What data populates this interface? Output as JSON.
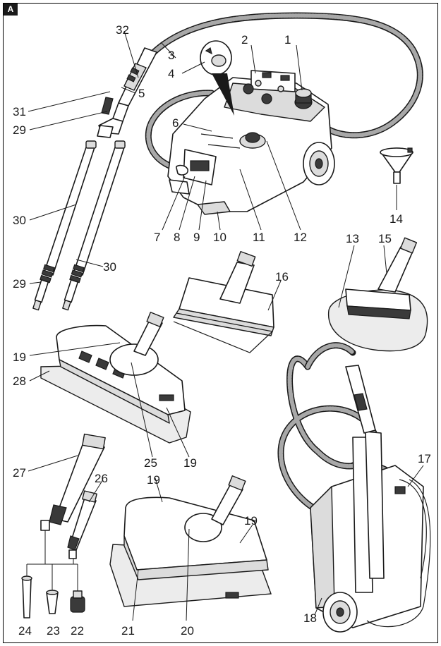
{
  "figure": {
    "panel_tag": "A",
    "labels": [
      "1",
      "2",
      "3",
      "4",
      "5",
      "6",
      "7",
      "8",
      "9",
      "10",
      "11",
      "12",
      "13",
      "14",
      "15",
      "16",
      "17",
      "18",
      "19",
      "19",
      "19",
      "19",
      "20",
      "21",
      "22",
      "23",
      "24",
      "25",
      "26",
      "27",
      "28",
      "29",
      "29",
      "30",
      "30",
      "31",
      "32"
    ]
  },
  "parts": {
    "steam_cleaner": "steam cleaner unit",
    "steam_hose": "steam hose with handgun",
    "extension_tubes": "extension tubes",
    "hand_nozzle": "hand nozzle with cover",
    "floor_nozzle_large": "floor nozzle with cloth",
    "floor_nozzle_small": "floor nozzle",
    "window_nozzle": "window nozzle",
    "detail_nozzle": "detail nozzle",
    "brushes": "round brushes",
    "funnel": "funnel",
    "storage": "stored appliance"
  }
}
